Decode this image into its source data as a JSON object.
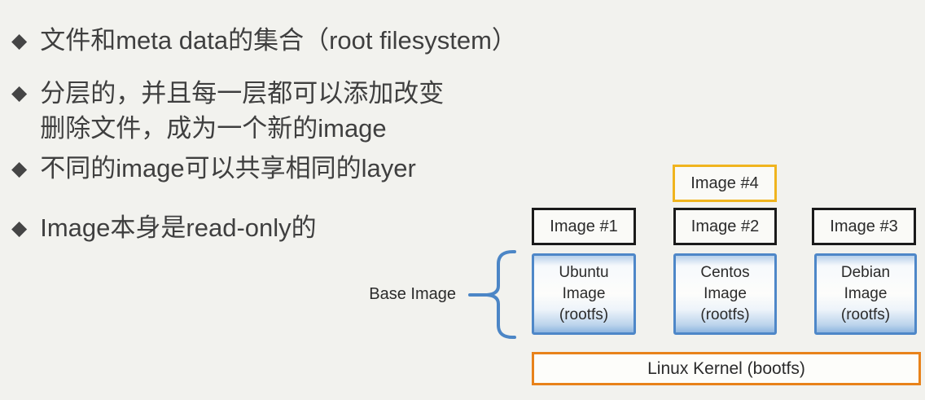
{
  "bullet_marker": "◆",
  "bullets": {
    "b1": "文件和meta data的集合（root filesystem）",
    "b2_line1": "分层的，并且每一层都可以添加改变",
    "b2_line2": "删除文件，成为一个新的image",
    "b3": "不同的image可以共享相同的layer",
    "b4": "Image本身是read-only的"
  },
  "diagram": {
    "image4_label": "Image #4",
    "image1_label": "Image #1",
    "image2_label": "Image #2",
    "image3_label": "Image #3",
    "base_image_label": "Base Image",
    "rootfs_boxes": [
      {
        "line1": "Ubuntu",
        "line2": "Image",
        "line3": "(rootfs)"
      },
      {
        "line1": "Centos",
        "line2": "Image",
        "line3": "(rootfs)"
      },
      {
        "line1": "Debian",
        "line2": "Image",
        "line3": "(rootfs)"
      }
    ],
    "kernel_label": "Linux Kernel (bootfs)"
  },
  "colors": {
    "background": "#f2f2ee",
    "text": "#3f3f3f",
    "black_box_border": "#1a1a1a",
    "gold_box_border": "#f0b41e",
    "blue_box_border": "#4e87c8",
    "orange_box_border": "#e8821a",
    "brace": "#4c86c6"
  }
}
